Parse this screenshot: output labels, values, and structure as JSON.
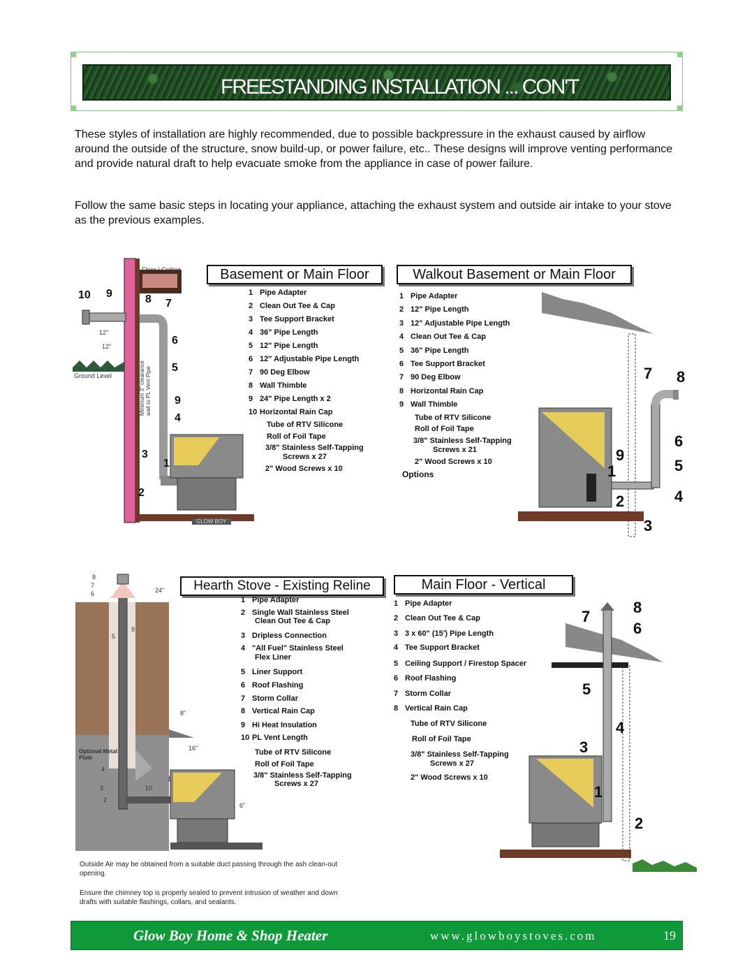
{
  "header": {
    "title": "FREESTANDING INSTALLATION ... CON'T"
  },
  "intro": {
    "p1": "These styles of installation are highly recommended, due to possible backpressure in the exhaust caused by airflow around the outside of the structure, snow build-up, or power failure, etc.. These designs will improve venting performance and provide natural draft to help evacuate smoke from the appliance in case of power failure.",
    "p2": "Follow the same basic steps in locating your appliance, attaching the exhaust system and outside air intake to your stove as the previous examples."
  },
  "basement": {
    "title": "Basement or Main Floor",
    "labels": {
      "floor_ceiling": "Floor / Ceiling",
      "ground_level": "Ground Level",
      "clearance": "Minimum 3\" clearance wall to PL Vent Pipe",
      "dim_12a": "12\"",
      "dim_12b": "12\"",
      "stove_plate": "GLOW BOY"
    },
    "callouts": [
      "10",
      "9",
      "8",
      "7",
      "6",
      "5",
      "9",
      "4",
      "3",
      "1",
      "2"
    ],
    "parts": [
      {
        "n": "1",
        "t": "Pipe Adapter"
      },
      {
        "n": "2",
        "t": "Clean Out Tee & Cap"
      },
      {
        "n": "3",
        "t": "Tee Support Bracket"
      },
      {
        "n": "4",
        "t": "36\" Pipe Length"
      },
      {
        "n": "5",
        "t": "12\" Pipe Length"
      },
      {
        "n": "6",
        "t": "12\" Adjustable Pipe Length"
      },
      {
        "n": "7",
        "t": "90 Deg Elbow"
      },
      {
        "n": "8",
        "t": "Wall Thimble"
      },
      {
        "n": "9",
        "t": "24\" Pipe Length x 2"
      },
      {
        "n": "10",
        "t": "Horizontal Rain Cap"
      },
      {
        "n": "",
        "t": "Tube of RTV Silicone"
      },
      {
        "n": "",
        "t": "Roll of Foil Tape"
      },
      {
        "n": "",
        "t": "3/8\" Stainless Self-Tapping"
      },
      {
        "n": "",
        "t": "Screws x 27"
      },
      {
        "n": "",
        "t": "2\" Wood Screws x 10"
      }
    ]
  },
  "walkout": {
    "title": "Walkout Basement or Main Floor",
    "callouts": [
      "7",
      "8",
      "6",
      "9",
      "1",
      "5",
      "2",
      "4",
      "3"
    ],
    "parts": [
      {
        "n": "1",
        "t": "Pipe Adapter"
      },
      {
        "n": "2",
        "t": "12\" Pipe Length"
      },
      {
        "n": "3",
        "t": "12\" Adjustable Pipe Length"
      },
      {
        "n": "4",
        "t": "Clean Out Tee & Cap"
      },
      {
        "n": "5",
        "t": "36\" Pipe Length"
      },
      {
        "n": "6",
        "t": "Tee Support Bracket"
      },
      {
        "n": "7",
        "t": "90 Deg Elbow"
      },
      {
        "n": "8",
        "t": "Horizontal Rain Cap"
      },
      {
        "n": "9",
        "t": "Wall Thimble"
      },
      {
        "n": "",
        "t": "Tube of RTV Silicone"
      },
      {
        "n": "",
        "t": "Roll of Foil Tape"
      },
      {
        "n": "",
        "t": "3/8\" Stainless Self-Tapping"
      },
      {
        "n": "",
        "t": "Screws x 21"
      },
      {
        "n": "",
        "t": "2\" Wood Screws x 10"
      },
      {
        "n": "",
        "t": "Options"
      }
    ]
  },
  "hearth": {
    "title": "Hearth Stove - Existing Reline",
    "labels": {
      "dim_24": "24\"",
      "dim_8": "8\"",
      "dim_16": "16\"",
      "dim_6": "6\"",
      "optional": "Optional Metal Plate"
    },
    "callouts": [
      "8",
      "7",
      "6",
      "5",
      "9",
      "4",
      "3",
      "2",
      "10",
      "1"
    ],
    "parts": [
      {
        "n": "1",
        "t": "Pipe Adapter"
      },
      {
        "n": "2",
        "t": "Single Wall Stainless Steel"
      },
      {
        "n": "",
        "t": "Clean Out Tee & Cap"
      },
      {
        "n": "3",
        "t": "Dripless Connection"
      },
      {
        "n": "4",
        "t": "\"All Fuel\" Stainless Steel"
      },
      {
        "n": "",
        "t": "Flex Liner"
      },
      {
        "n": "5",
        "t": "Liner Support"
      },
      {
        "n": "6",
        "t": "Roof Flashing"
      },
      {
        "n": "7",
        "t": "Storm Collar"
      },
      {
        "n": "8",
        "t": "Vertical Rain Cap"
      },
      {
        "n": "9",
        "t": "Hi Heat Insulation"
      },
      {
        "n": "10",
        "t": "PL Vent Length"
      },
      {
        "n": "",
        "t": "Tube of RTV Silicone"
      },
      {
        "n": "",
        "t": "Roll of Foil Tape"
      },
      {
        "n": "",
        "t": "3/8\" Stainless Self-Tapping"
      },
      {
        "n": "",
        "t": "Screws x 27"
      }
    ],
    "notes": [
      "Outside Air may be obtained from a suitable duct passing through the ash clean-out opening.",
      "Ensure the chimney top is properly sealed to prevent intrusion of weather and down drafts with suitable flashings, collars, and sealants."
    ]
  },
  "vertical": {
    "title": "Main Floor - Vertical",
    "callouts": [
      "8",
      "7",
      "6",
      "5",
      "4",
      "3",
      "1",
      "2"
    ],
    "parts": [
      {
        "n": "1",
        "t": "Pipe Adapter"
      },
      {
        "n": "2",
        "t": "Clean Out Tee & Cap"
      },
      {
        "n": "3",
        "t": "3 x 60\" (15') Pipe Length"
      },
      {
        "n": "4",
        "t": "Tee Support Bracket"
      },
      {
        "n": "5",
        "t": "Ceiling Support / Firestop Spacer"
      },
      {
        "n": "6",
        "t": "Roof Flashing"
      },
      {
        "n": "7",
        "t": "Storm Collar"
      },
      {
        "n": "8",
        "t": "Vertical Rain Cap"
      },
      {
        "n": "",
        "t": "Tube of RTV Silicone"
      },
      {
        "n": "",
        "t": "Roll of Foil Tape"
      },
      {
        "n": "",
        "t": "3/8\" Stainless Self-Tapping"
      },
      {
        "n": "",
        "t": "Screws x 27"
      },
      {
        "n": "",
        "t": "2\" Wood Screws x 10"
      }
    ]
  },
  "footer": {
    "brand": "Glow Boy  Home & Shop Heater",
    "url": "www.glowboystoves.com",
    "page": "19"
  },
  "colors": {
    "footer_green": "#0f9a3a",
    "insulation_pink": "#e0609a",
    "stove_yellow": "#e8cc5a",
    "brick": "#9a7456"
  }
}
